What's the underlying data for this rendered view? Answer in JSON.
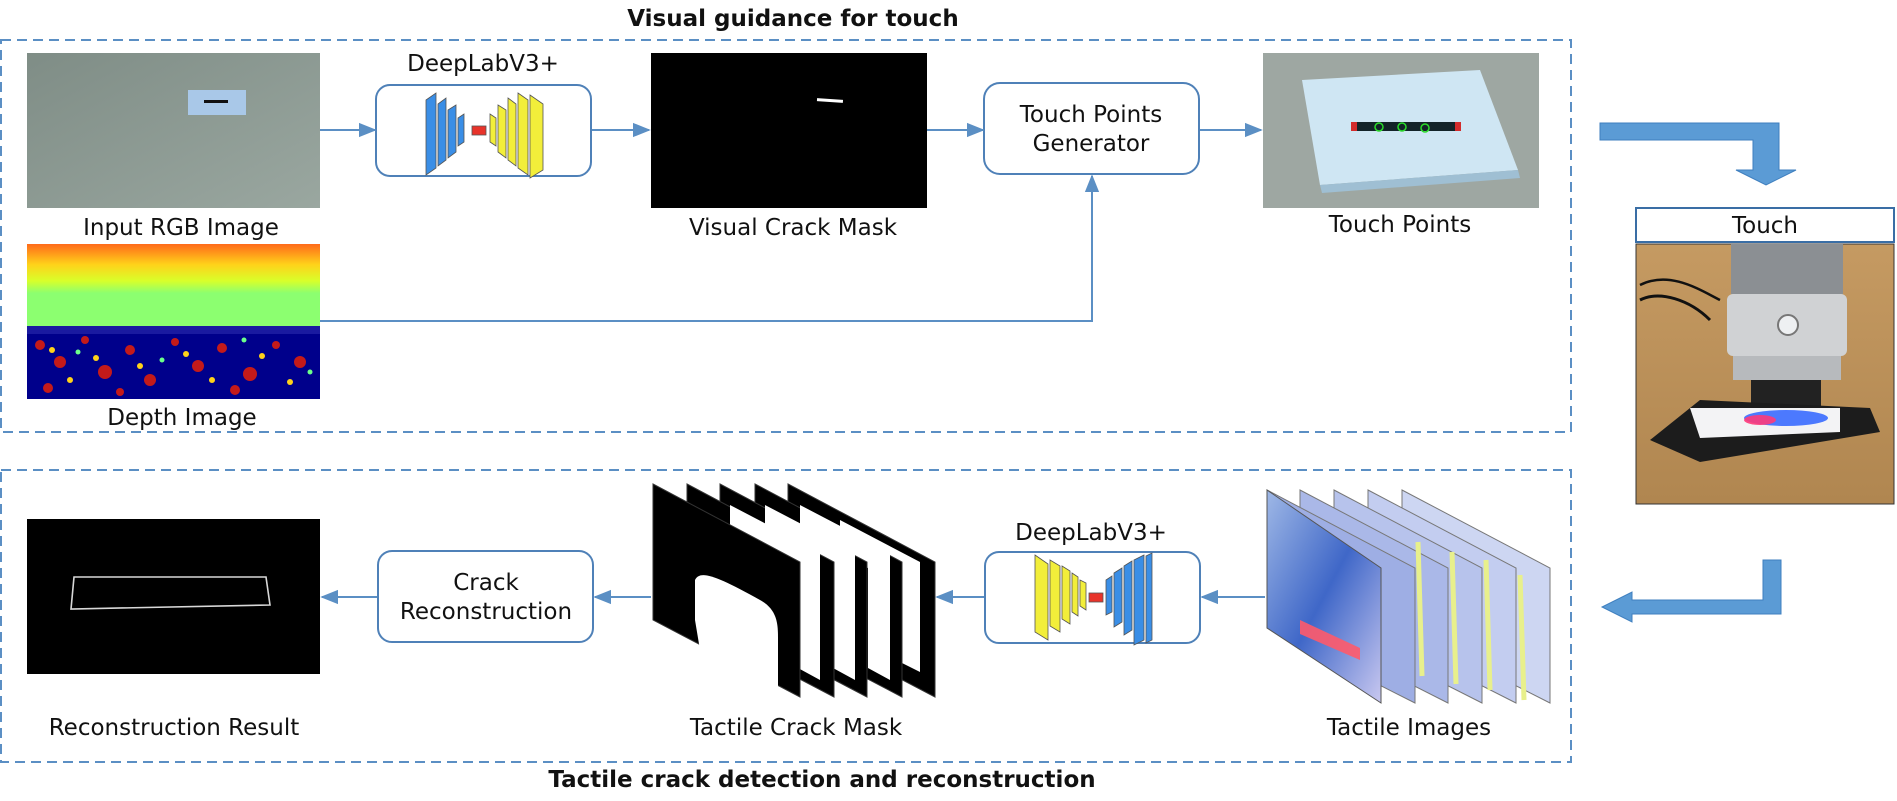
{
  "top_section": {
    "title": "Visual guidance for touch",
    "input_rgb_label": "Input RGB Image",
    "depth_label": "Depth Image",
    "network_label": "DeepLabV3+",
    "visual_mask_label": "Visual Crack Mask",
    "generator_line1": "Touch Points",
    "generator_line2": "Generator",
    "touch_points_label": "Touch Points"
  },
  "touch_panel": {
    "label": "Touch"
  },
  "bottom_section": {
    "title": "Tactile crack detection and reconstruction",
    "tactile_images_label": "Tactile Images",
    "network_label": "DeepLabV3+",
    "tactile_mask_label": "Tactile Crack Mask",
    "reconstruction_line1": "Crack",
    "reconstruction_line2": "Reconstruction",
    "result_label": "Reconstruction Result"
  },
  "colors": {
    "flow": "#5b8fc4",
    "encoder": "#3a8ee6",
    "decoder": "#f2ee3a",
    "bridge": "#e8332a",
    "big_arrow": "#5b9bd5"
  }
}
